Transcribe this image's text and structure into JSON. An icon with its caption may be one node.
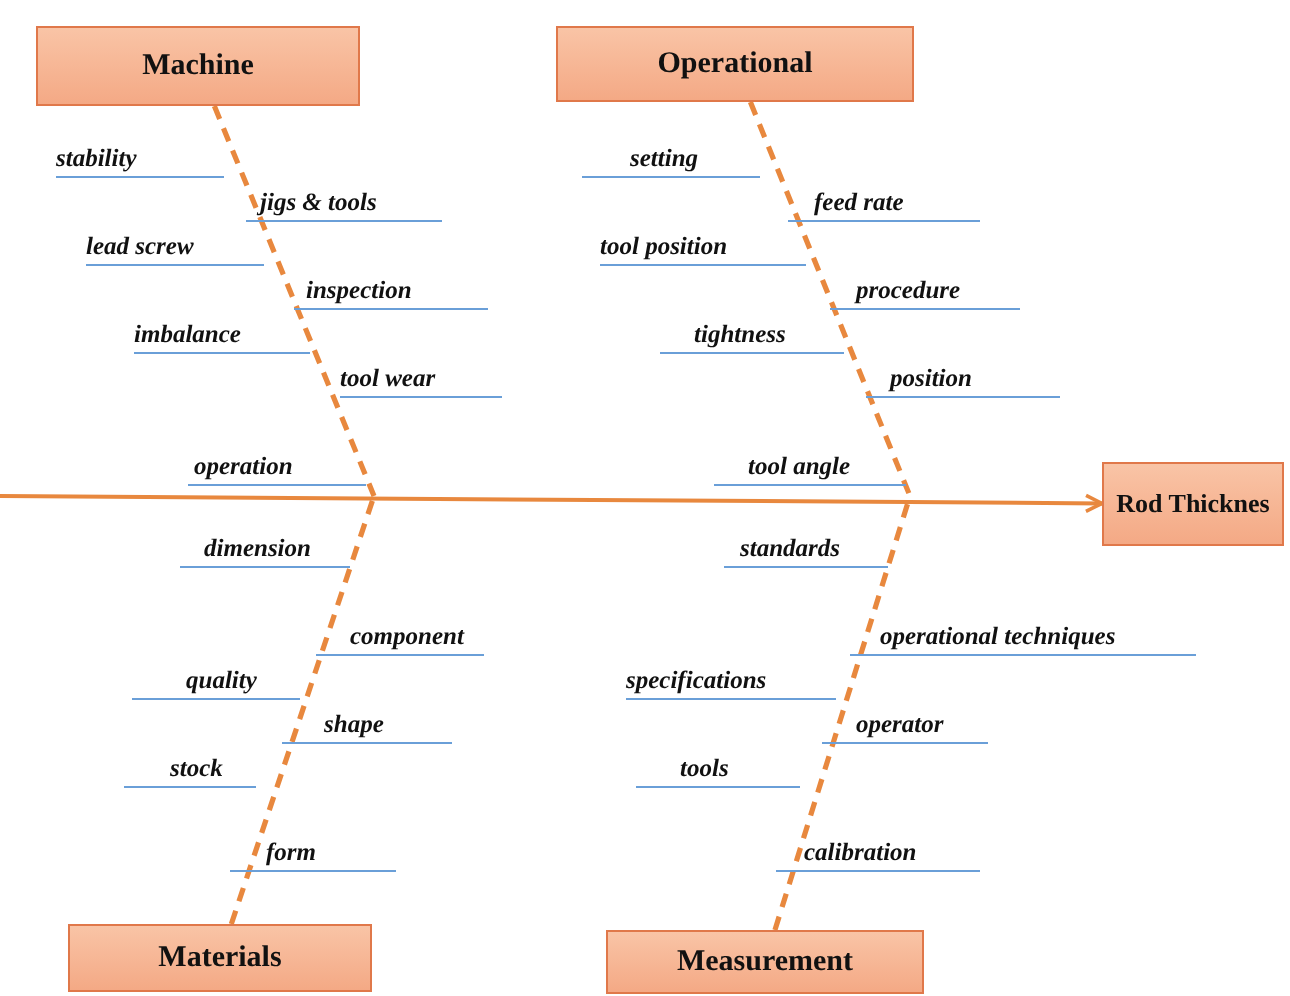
{
  "diagram": {
    "nodes": [
      {
        "text": [
          "Machine"
        ]
      },
      {
        "text": [
          "Operational"
        ]
      },
      {
        "text": [
          "Rod Thicknes"
        ]
      },
      {
        "text": [
          "Materials"
        ]
      },
      {
        "text": [
          "Measurement"
        ]
      }
    ],
    "edges": [
      {
        "from": null,
        "to": 2,
        "arrow": "to"
      },
      {
        "from": 0,
        "to": null,
        "arrow": "none",
        "style": "dashed"
      },
      {
        "from": 1,
        "to": null,
        "arrow": "none",
        "style": "dashed"
      },
      {
        "from": 3,
        "to": null,
        "arrow": "none",
        "style": "dashed"
      },
      {
        "from": 4,
        "to": null,
        "arrow": "none",
        "style": "dashed"
      }
    ],
    "labels": [
      "stability",
      "jigs & tools",
      "lead screw",
      "inspection",
      "imbalance",
      "tool wear",
      "operation",
      "setting",
      "feed rate",
      "tool position",
      "procedure",
      "tightness",
      "position",
      "tool angle",
      "dimension",
      "component",
      "quality",
      "shape",
      "stock",
      "form",
      "standards",
      "operational techniques",
      "specifications",
      "operator",
      "tools",
      "calibration"
    ]
  }
}
